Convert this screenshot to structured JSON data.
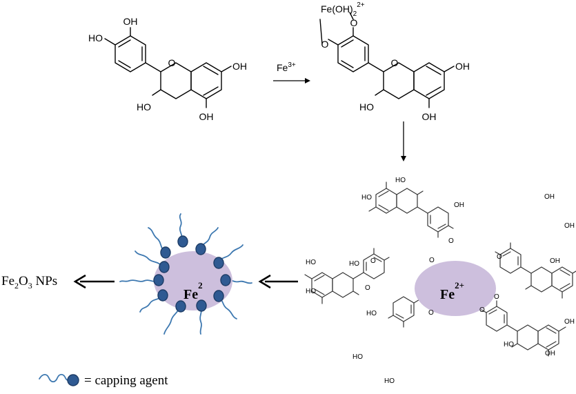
{
  "reagent": {
    "text": "Fe",
    "sup": "3+"
  },
  "complex": {
    "text": "Fe(OH)",
    "sub": "2",
    "sup": "2+"
  },
  "groups": {
    "oh": "HO",
    "ho": "OH",
    "o": "O",
    "ob": "O"
  },
  "core_small": {
    "text": "Fe",
    "sup": "2"
  },
  "core_large": {
    "text": "Fe",
    "sup": "2+"
  },
  "product": {
    "fe": "Fe",
    "sub2": "2",
    "o": "O",
    "sub3": "3",
    "rest": " NPs"
  },
  "legend": {
    "text": "= capping agent"
  },
  "colors": {
    "particle": "#cdbfdd",
    "tail": "#3d78b0",
    "bead": "#2f5a92"
  }
}
